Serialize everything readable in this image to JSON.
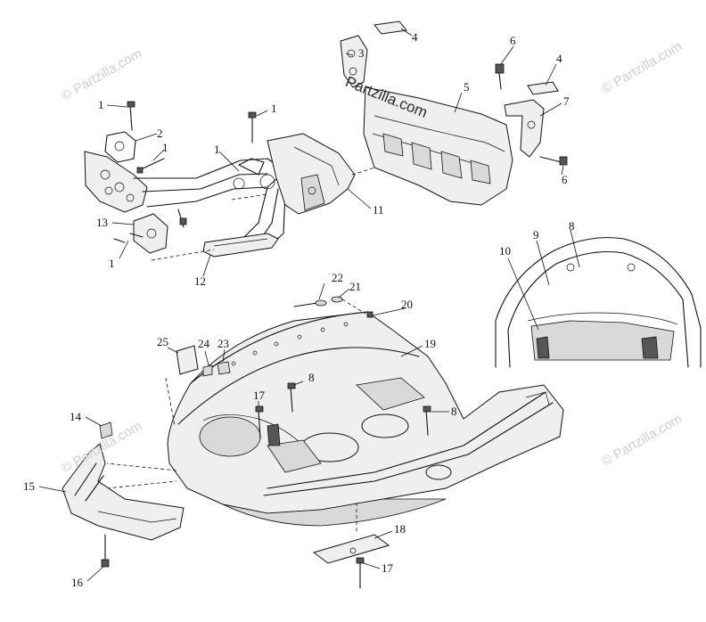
{
  "watermark": {
    "text": "© Partzilla.com",
    "brand": "Partzilla.com"
  },
  "callouts": [
    {
      "id": "c1a",
      "label": "1"
    },
    {
      "id": "c1b",
      "label": "1"
    },
    {
      "id": "c1c",
      "label": "1"
    },
    {
      "id": "c1d",
      "label": "1"
    },
    {
      "id": "c1e",
      "label": "1"
    },
    {
      "id": "c2",
      "label": "2"
    },
    {
      "id": "c3",
      "label": "3"
    },
    {
      "id": "c4a",
      "label": "4"
    },
    {
      "id": "c4b",
      "label": "4"
    },
    {
      "id": "c5",
      "label": "5"
    },
    {
      "id": "c6a",
      "label": "6"
    },
    {
      "id": "c6b",
      "label": "6"
    },
    {
      "id": "c7",
      "label": "7"
    },
    {
      "id": "c8a",
      "label": "8"
    },
    {
      "id": "c8b",
      "label": "8"
    },
    {
      "id": "c8c",
      "label": "8"
    },
    {
      "id": "c9",
      "label": "9"
    },
    {
      "id": "c10",
      "label": "10"
    },
    {
      "id": "c11",
      "label": "11"
    },
    {
      "id": "c12",
      "label": "12"
    },
    {
      "id": "c13",
      "label": "13"
    },
    {
      "id": "c14",
      "label": "14"
    },
    {
      "id": "c15",
      "label": "15"
    },
    {
      "id": "c16",
      "label": "16"
    },
    {
      "id": "c17a",
      "label": "17"
    },
    {
      "id": "c17b",
      "label": "17"
    },
    {
      "id": "c18",
      "label": "18"
    },
    {
      "id": "c19",
      "label": "19"
    },
    {
      "id": "c20",
      "label": "20"
    },
    {
      "id": "c21",
      "label": "21"
    },
    {
      "id": "c22",
      "label": "22"
    },
    {
      "id": "c23",
      "label": "23"
    },
    {
      "id": "c24",
      "label": "24"
    },
    {
      "id": "c25",
      "label": "25"
    }
  ],
  "colors": {
    "line": "#111111",
    "background": "#ffffff",
    "watermark": "#cfcfcf"
  }
}
